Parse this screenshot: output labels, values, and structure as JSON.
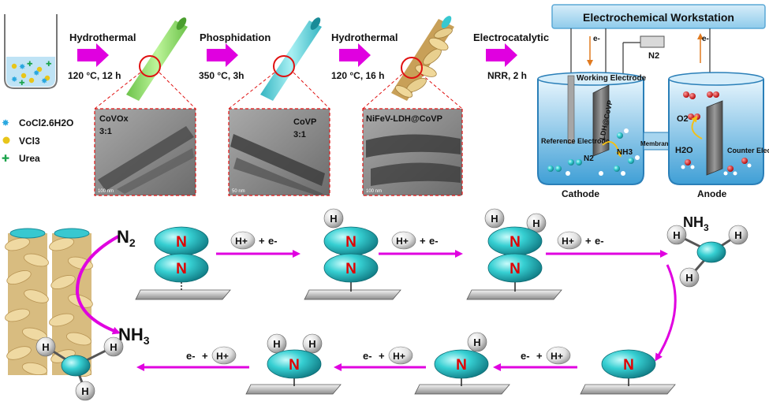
{
  "top": {
    "steps": [
      {
        "name": "Hydrothermal",
        "condition": "120 °C, 12 h"
      },
      {
        "name": "Phosphidation",
        "condition": "350 °C, 3h"
      },
      {
        "name": "Hydrothermal",
        "condition": "120 °C, 16 h"
      },
      {
        "name": "Electrocatalytic",
        "condition": "NRR, 2 h"
      }
    ],
    "legend": [
      "CoCl2.6H2O",
      "VCl3",
      "Urea"
    ],
    "tem": [
      {
        "label": "CoVOx",
        "ratio": "3:1",
        "scale": "100 nm"
      },
      {
        "label": "CoVP",
        "ratio": "3:1",
        "scale": "50 nm"
      },
      {
        "label": "NiFeV-LDH@CoVP",
        "ratio": "",
        "scale": "100 nm"
      }
    ],
    "cell": {
      "workstation": "Electrochemical Workstation",
      "electron": "e-",
      "n2": "N2",
      "working": "Working Electrode",
      "ldh": "LDH@CoVP",
      "reference": "Reference Electrode",
      "membrane": "Membrane",
      "n2_bubble": "N2",
      "nh3": "NH3",
      "o2": "O2",
      "h2o": "H2O",
      "counter": "Counter Electrode",
      "cathode": "Cathode",
      "anode": "Anode"
    }
  },
  "mechanism": {
    "n2": "N2",
    "nh3_bottom": "NH3",
    "nh3_top": "NH3",
    "n": "N",
    "h": "H",
    "hplus": "H+",
    "plus": "+",
    "eminus": "e-"
  },
  "colors": {
    "arrow": "#e000e0",
    "nitrogen": "#2fc8cc",
    "n_label": "#e00000",
    "hydrogen": "#d8d8d8",
    "cell_blue": "#4aa6d8",
    "workstation_bg": "#b6dcf2"
  }
}
